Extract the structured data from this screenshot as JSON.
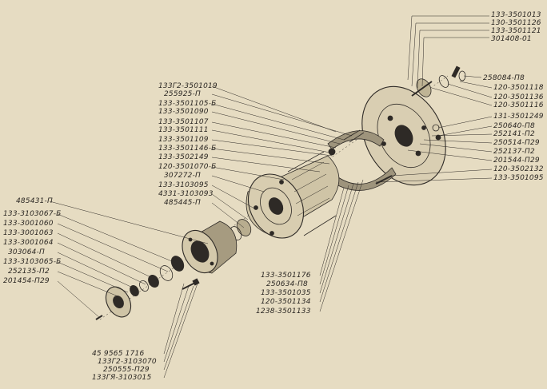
{
  "labels": {
    "right": [
      "133-3501013",
      "130-3501126",
      "133-3501121",
      "301408-01",
      "258084-П8",
      "120-3501118",
      "120-3501136",
      "120-3501116",
      "131-3501249",
      "250640-П8",
      "252141-П2",
      "250514-П29",
      "252137-П2",
      "201544-П29",
      "120-3502132",
      "133-3501095"
    ],
    "center": [
      "133Г2-3501019",
      "255925-П",
      "133-3501105-Б",
      "133-3501090",
      "133-3501107",
      "133-3501111",
      "133-3501109",
      "133-3501146-Б",
      "133-3502149",
      "120-3501070-Б",
      "307272-П",
      "133-3103095",
      "4331-3103093",
      "485445-П"
    ],
    "left": [
      "485431-П",
      "133-3103067-Б",
      "133-3001060",
      "133-3001063",
      "133-3001064",
      "303064-П",
      "133-3103065-Б",
      "252135-П2",
      "201454-П29"
    ],
    "bottom_center": [
      "133-3501176",
      "250634-П8",
      "133-3501035",
      "120-3501134",
      "1238-3501133"
    ],
    "bottom_left": [
      "45 9565 1716",
      "133Г2-3103070",
      "250555-П29",
      "133ГЯ-3103015"
    ]
  }
}
